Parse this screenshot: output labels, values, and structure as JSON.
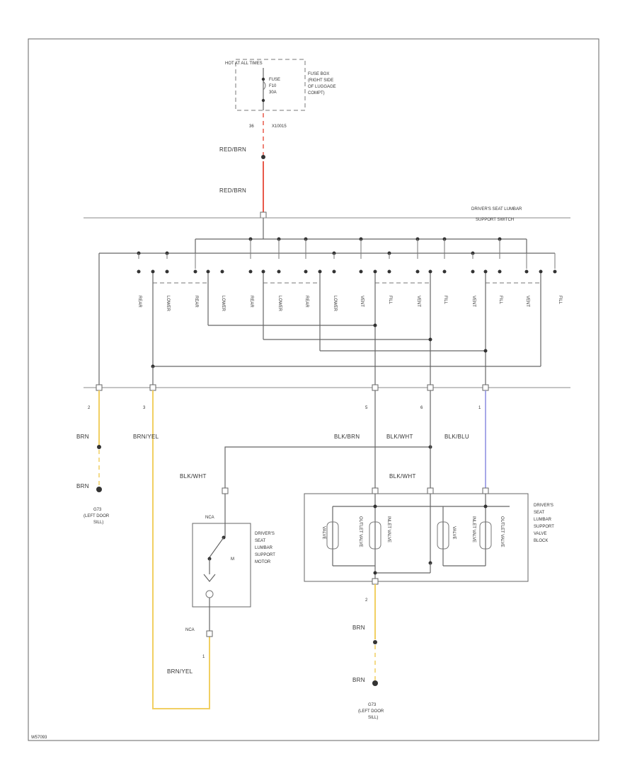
{
  "header": {
    "hot_at_all_times": "HOT AT ALL TIMES",
    "fuse_lines": [
      "FUSE",
      "F10",
      "30A"
    ],
    "fuse_box_lines": [
      "FUSE BOX",
      "(RIGHT SIDE",
      "OF LUGGAGE",
      "COMPT)"
    ],
    "pin_left": "36",
    "pin_right": "X10015"
  },
  "wires": {
    "top_red_1": "RED/BRN",
    "top_red_2": "RED/BRN",
    "left_brn_1": "BRN",
    "left_brn_2": "BRN",
    "brn_yel_upper": "BRN/YEL",
    "blk_brn": "BLK/BRN",
    "blk_wht_upper": "BLK/WHT",
    "blk_blu": "BLK/BLU",
    "blk_wht_motor": "BLK/WHT",
    "blk_wht_lower": "BLK/WHT",
    "brn_yel_lower": "BRN/YEL",
    "bottom_brn_1": "BRN",
    "bottom_brn_2": "BRN"
  },
  "switch": {
    "title_lines": [
      "DRIVER'S SEAT LUMBAR",
      "SUPPORT SWITCH"
    ],
    "pin_labels": [
      "REAR",
      "LOWER",
      "REAR",
      "LOWER",
      "REAR",
      "LOWER",
      "REAR",
      "LOWER",
      "VENT",
      "FILL",
      "VENT",
      "FILL",
      "VENT",
      "FILL",
      "VENT",
      "FILL"
    ]
  },
  "connector_pins": {
    "c1": "2",
    "c2": "3",
    "c3": "5",
    "c4": "6",
    "c5": "1"
  },
  "grounds": {
    "g1_lines": [
      "G73",
      "(LEFT DOOR",
      "SILL)"
    ],
    "g2_lines": [
      "G73",
      "(LEFT DOOR",
      "SILL)"
    ]
  },
  "motor": {
    "title_lines": [
      "DRIVER'S",
      "SEAT",
      "LUMBAR",
      "SUPPORT",
      "MOTOR"
    ],
    "nca_top": "NCA",
    "nca_bottom": "NCA",
    "pin_bottom": "1",
    "m_label": "M"
  },
  "valve_block": {
    "title_lines": [
      "DRIVER'S",
      "SEAT",
      "LUMBAR",
      "SUPPORT",
      "VALVE",
      "BLOCK"
    ],
    "solenoid_labels": [
      "VALVE",
      "OUTLET VALVE",
      "INLET VALVE",
      "VALVE",
      "INLET VALVE",
      "OUTLET VALVE"
    ],
    "ground_pin": "2"
  },
  "footer": {
    "code": "W57093"
  },
  "colors": {
    "red_wire": "#e8594a",
    "yellow_wire": "#f1cf62",
    "blue_wire": "#8a8ce0"
  }
}
